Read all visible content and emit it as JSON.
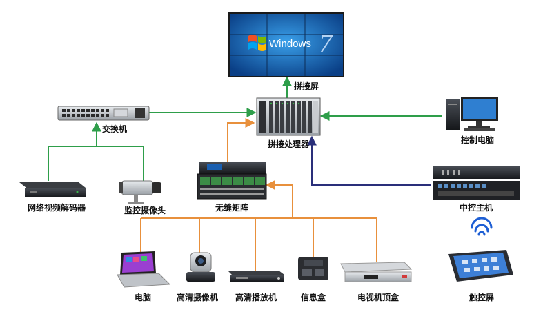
{
  "screen_brand": "Windows",
  "screen_version": "7",
  "nodes": {
    "splice_screen": "拼接屏",
    "splice_processor": "拼接处理器",
    "switch": "交换机",
    "control_pc": "控制电脑",
    "seamless_matrix": "无缝矩阵",
    "network_decoder": "网络视频解码器",
    "surveillance_camera": "监控摄像头",
    "central_controller": "中控主机",
    "laptop": "电脑",
    "hd_camera": "高清摄像机",
    "hd_player": "高清播放机",
    "info_box": "信息盒",
    "tv_stb": "电视机顶盒",
    "touch_screen": "触控屏"
  },
  "colors": {
    "green_link": "#2e9e4a",
    "orange_link": "#e8903c",
    "navy_link": "#2a2f7a",
    "screen_blue": "#0b5fb8"
  }
}
